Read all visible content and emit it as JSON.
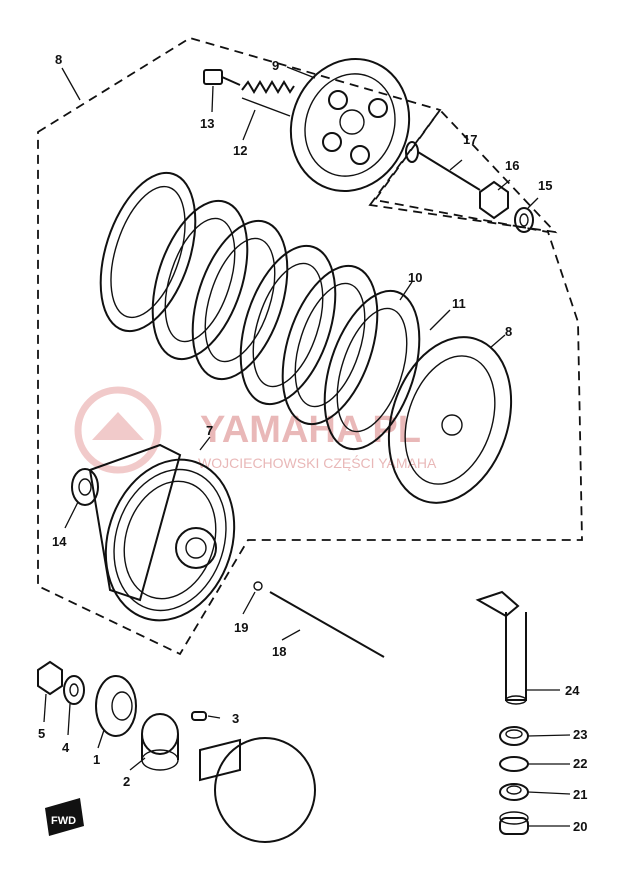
{
  "watermark": {
    "brand": "YAMAHA PL",
    "tagline": "WOJCIECHOWSKI CZĘŚCI YAMAHA"
  },
  "direction_mark": "FWD",
  "parts": [
    {
      "id": "p8a",
      "number": "8"
    },
    {
      "id": "p9",
      "number": "9"
    },
    {
      "id": "p13",
      "number": "13"
    },
    {
      "id": "p12",
      "number": "12"
    },
    {
      "id": "p17",
      "number": "17"
    },
    {
      "id": "p16",
      "number": "16"
    },
    {
      "id": "p15",
      "number": "15"
    },
    {
      "id": "p10",
      "number": "10"
    },
    {
      "id": "p11",
      "number": "11"
    },
    {
      "id": "p8b",
      "number": "8"
    },
    {
      "id": "p7",
      "number": "7"
    },
    {
      "id": "p14",
      "number": "14"
    },
    {
      "id": "p19",
      "number": "19"
    },
    {
      "id": "p18",
      "number": "18"
    },
    {
      "id": "p24",
      "number": "24"
    },
    {
      "id": "p5",
      "number": "5"
    },
    {
      "id": "p4",
      "number": "4"
    },
    {
      "id": "p1",
      "number": "1"
    },
    {
      "id": "p2",
      "number": "2"
    },
    {
      "id": "p3",
      "number": "3"
    },
    {
      "id": "p23",
      "number": "23"
    },
    {
      "id": "p22",
      "number": "22"
    },
    {
      "id": "p21",
      "number": "21"
    },
    {
      "id": "p20",
      "number": "20"
    }
  ]
}
